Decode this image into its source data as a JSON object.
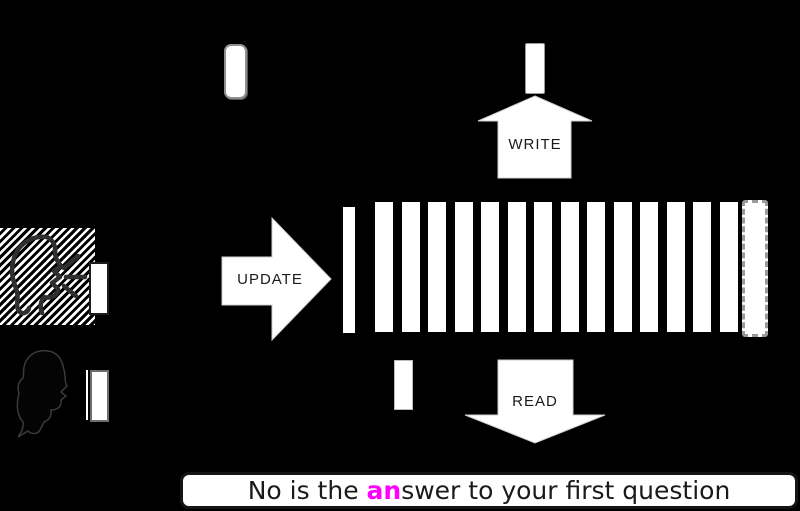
{
  "diagram": {
    "background": "#000000",
    "arrows": {
      "write": {
        "label": "WRITE",
        "direction": "up"
      },
      "update": {
        "label": "UPDATE",
        "direction": "right"
      },
      "read": {
        "label": "READ",
        "direction": "down"
      }
    },
    "memory_tape": {
      "solid_bar_count": 14,
      "input_bar_count": 1,
      "dashed_bar_count": 1,
      "bar_color": "#ffffff",
      "dashed_border_color": "#9a9a9a"
    },
    "answer_box": {
      "prefix": "No is the ",
      "highlight": "an",
      "suffix": "swer to your first question",
      "highlight_color": "#ff00ff",
      "text_color": "#1a1a1a",
      "background": "#ffffff"
    },
    "icons": {
      "speaker": "speaking-head-icon",
      "questioner": "person-silhouette-icon"
    }
  }
}
